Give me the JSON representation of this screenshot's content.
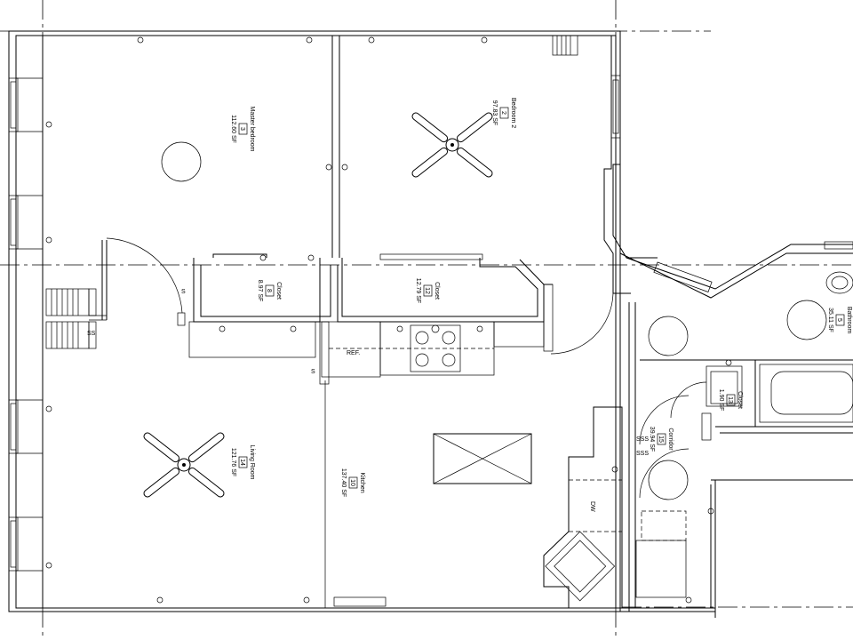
{
  "rooms": [
    {
      "name": "Master bedroom",
      "number": "3",
      "area": "112.60 SF"
    },
    {
      "name": "Bedroom 2",
      "number": "2",
      "area": "97.83 SF"
    },
    {
      "name": "Closet",
      "number": "8",
      "area": "8.97 SF"
    },
    {
      "name": "Closet",
      "number": "12",
      "area": "12.79 SF"
    },
    {
      "name": "Living Room",
      "number": "14",
      "area": "121.76 SF"
    },
    {
      "name": "Kitchen",
      "number": "10",
      "area": "137.40 SF"
    },
    {
      "name": "Closet",
      "number": "13",
      "area": "1.90 SF"
    },
    {
      "name": "Corridor",
      "number": "15",
      "area": "39.94 SF"
    },
    {
      "name": "Bathroom",
      "number": "5",
      "area": "35.11 SF"
    }
  ],
  "fixtures": {
    "refrigerator": "REF.",
    "dishwasher": "DW"
  },
  "switch_marks": {
    "single": "S",
    "double": "SS",
    "triple": "SSS"
  }
}
